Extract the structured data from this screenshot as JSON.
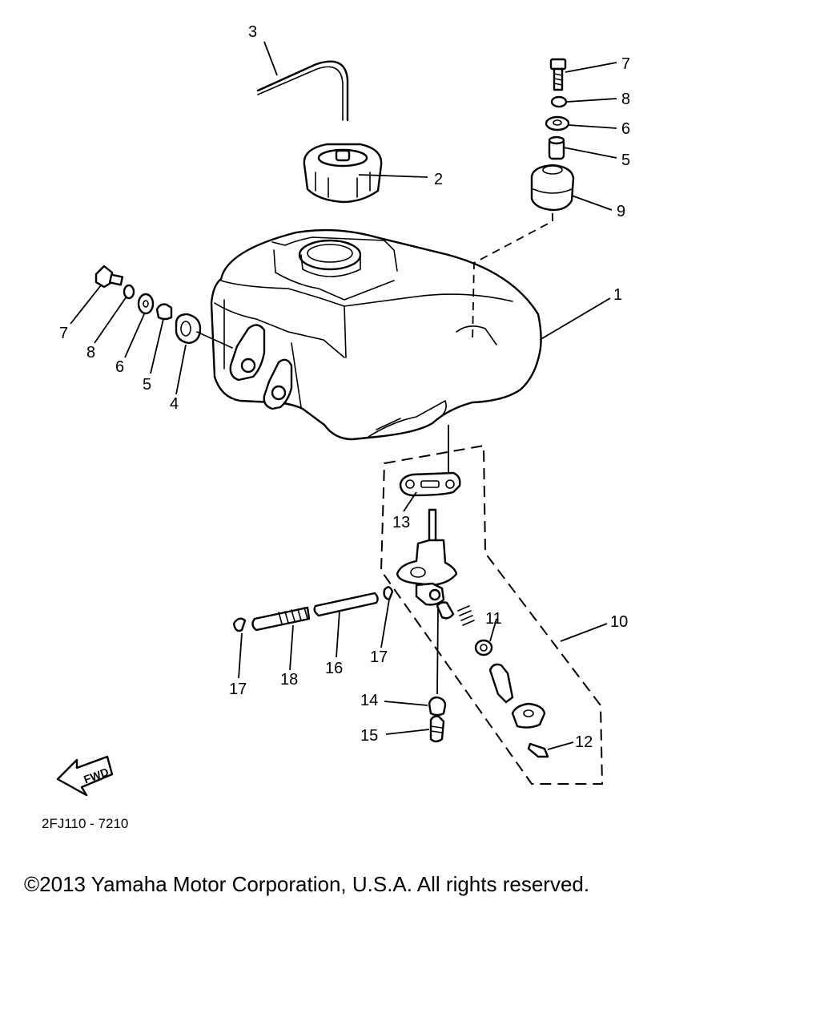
{
  "diagram": {
    "callouts": {
      "c1": "1",
      "c2": "2",
      "c3": "3",
      "c4": "4",
      "c5a": "5",
      "c5b": "5",
      "c6a": "6",
      "c6b": "6",
      "c7a": "7",
      "c7b": "7",
      "c8a": "8",
      "c8b": "8",
      "c9": "9",
      "c10": "10",
      "c11": "11",
      "c12": "12",
      "c13": "13",
      "c14": "14",
      "c15": "15",
      "c16": "16",
      "c17a": "17",
      "c17b": "17",
      "c18": "18"
    },
    "fwd_label": "FWD",
    "reference_code": "2FJ110 - 7210"
  },
  "footer": {
    "copyright": "©2013 Yamaha Motor Corporation, U.S.A. All rights reserved."
  }
}
